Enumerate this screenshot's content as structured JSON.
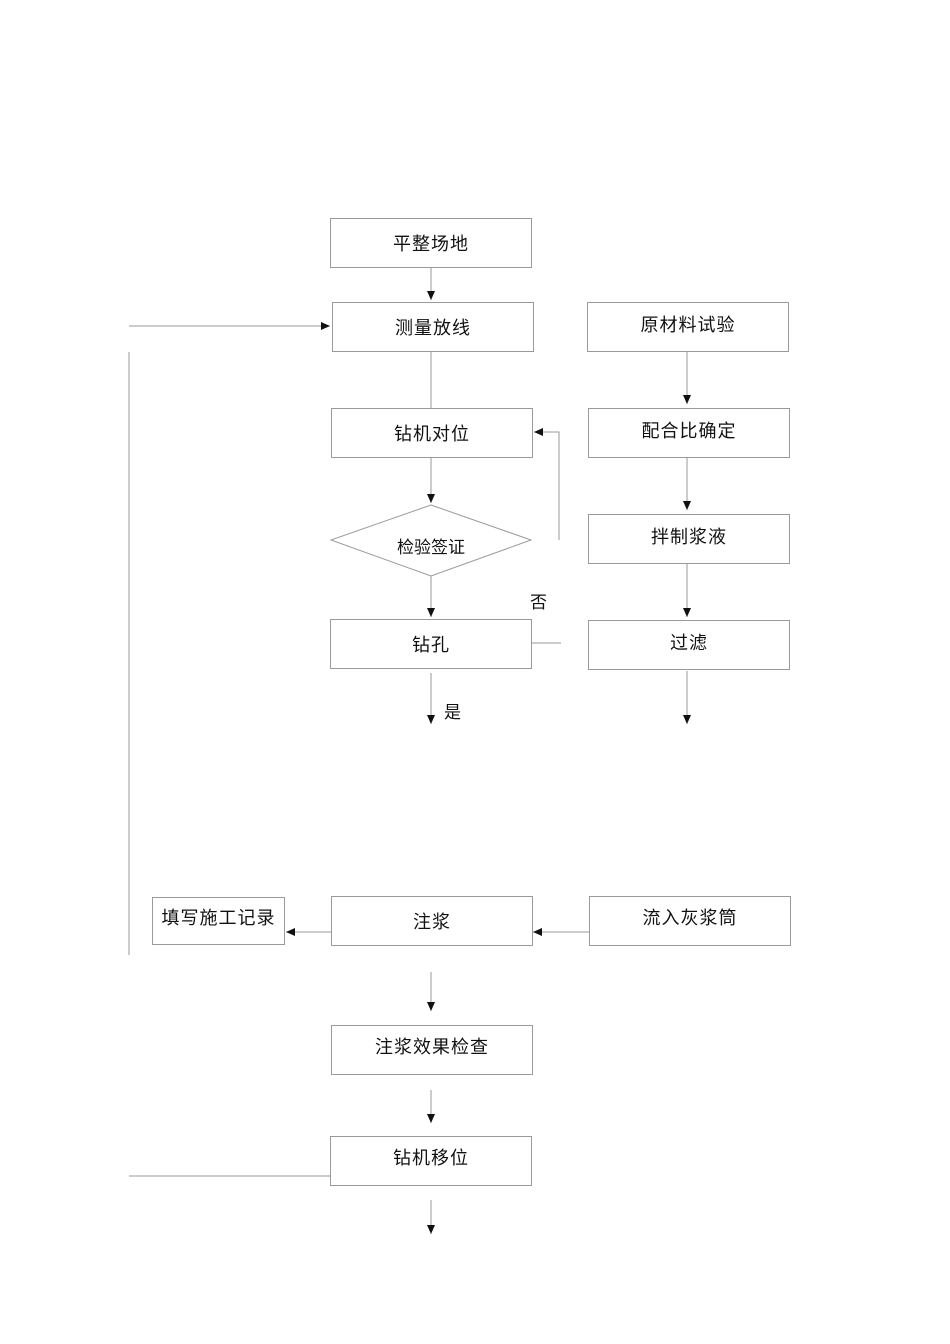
{
  "nodes": {
    "level_site": "平整场地",
    "survey": "测量放线",
    "raw_test": "原材料试验",
    "rig_align": "钻机对位",
    "mix_ratio": "配合比确定",
    "inspect": "检验签证",
    "stir": "拌制浆液",
    "drill": "钻孔",
    "filter": "过滤",
    "record": "填写施工记录",
    "grout": "注浆",
    "into_tank": "流入灰浆筒",
    "grout_check": "注浆效果检查",
    "rig_move": "钻机移位"
  },
  "labels": {
    "no": "否",
    "yes": "是"
  },
  "colors": {
    "line": "#9a9a9a",
    "arrow": "#111111"
  }
}
